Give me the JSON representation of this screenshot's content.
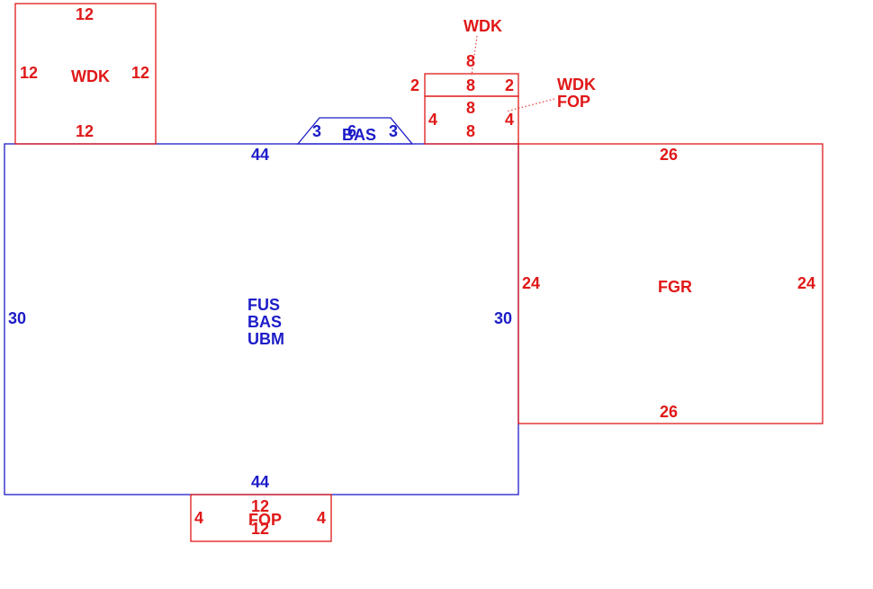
{
  "colors": {
    "main_structure": "#1c1cc8",
    "attached_areas": "#e01818",
    "background": "#ffffff"
  },
  "main_house": {
    "codes": [
      "FUS",
      "BAS",
      "UBM"
    ],
    "top_dim": "44",
    "bottom_dim": "44",
    "left_dim": "30",
    "right_dim": "30"
  },
  "bay": {
    "code": "BAS",
    "left_dim": "3",
    "right_dim": "3",
    "top_dim": "6"
  },
  "deck_nw": {
    "code": "WDK",
    "top_dim": "12",
    "bottom_dim": "12",
    "left_dim": "12",
    "right_dim": "12"
  },
  "garage": {
    "code": "FGR",
    "top_dim": "26",
    "bottom_dim": "26",
    "left_dim": "24",
    "right_dim": "24"
  },
  "porch_front": {
    "code": "FOP",
    "top_dim": "12",
    "bottom_dim": "12",
    "left_dim": "4",
    "right_dim": "4"
  },
  "deck_small": {
    "code": "WDK",
    "top_dim": "8",
    "bottom_dim": "8",
    "left_dim": "2",
    "right_dim": "2"
  },
  "porch_small": {
    "code": "FOP",
    "top_dim": "8",
    "bottom_dim": "8",
    "left_dim": "4",
    "right_dim": "4"
  },
  "callouts": {
    "top_label": "WDK",
    "side_label_1": "WDK",
    "side_label_2": "FOP"
  }
}
